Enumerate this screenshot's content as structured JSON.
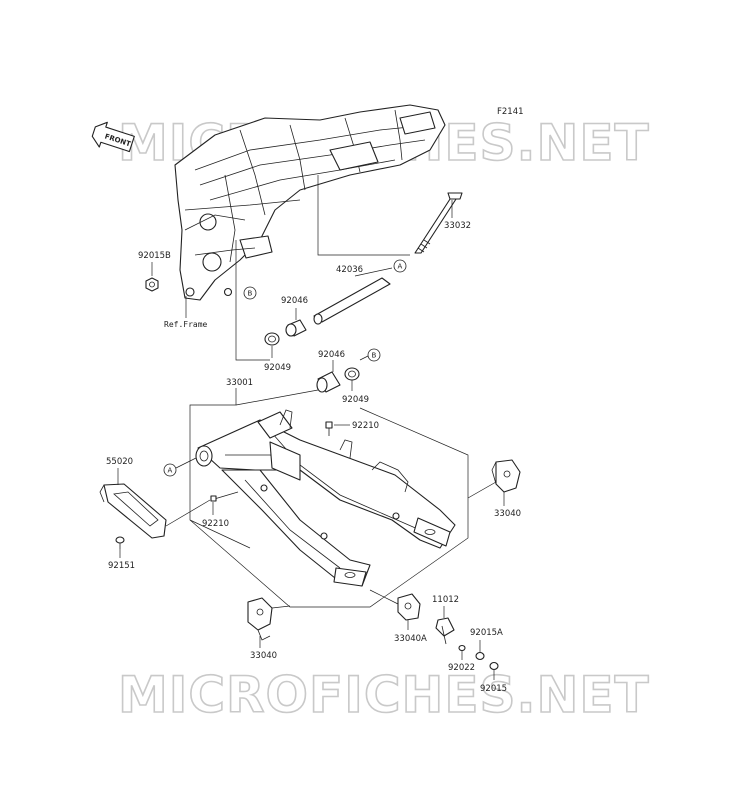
{
  "figure_code": "F2141",
  "watermark": "MICROFICHES.NET",
  "front_label": "FRONT",
  "ref_frame": "Ref.Frame",
  "circle_markers": {
    "a": "A",
    "b": "B"
  },
  "parts": {
    "p33032": "33032",
    "p42036": "42036",
    "p92015B": "92015B",
    "p92046_top": "92046",
    "p92049_top": "92049",
    "p92046_mid": "92046",
    "p92049_mid": "92049",
    "p33001": "33001",
    "p92210_top": "92210",
    "p55020": "55020",
    "p92210_left": "92210",
    "p92151": "92151",
    "p33040_right": "33040",
    "p33040_bottom": "33040",
    "p33040A": "33040A",
    "p11012": "11012",
    "p92015A": "92015A",
    "p92022": "92022",
    "p92015": "92015"
  }
}
